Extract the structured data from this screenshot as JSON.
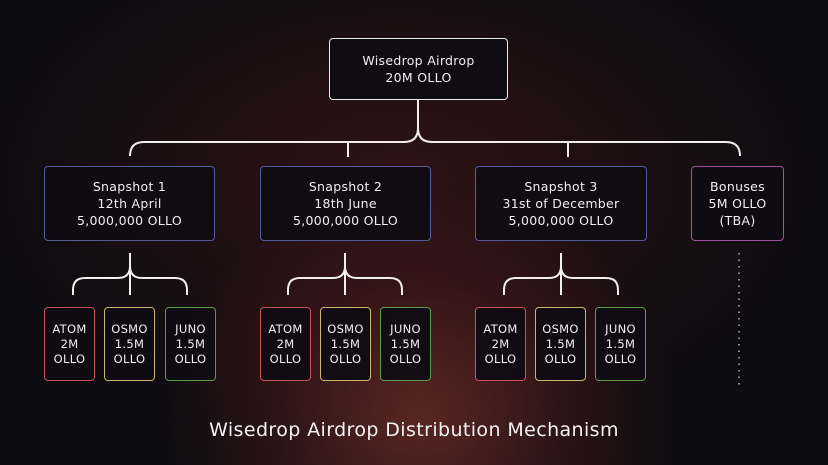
{
  "root": {
    "title": "Wisedrop Airdrop",
    "amount": "20M OLLO"
  },
  "snapshots": [
    {
      "title": "Snapshot 1",
      "date": "12th April",
      "amount": "5,000,000 OLLO",
      "tokens": [
        {
          "name": "ATOM",
          "amount": "2M",
          "unit": "OLLO"
        },
        {
          "name": "OSMO",
          "amount": "1.5M",
          "unit": "OLLO"
        },
        {
          "name": "JUNO",
          "amount": "1.5M",
          "unit": "OLLO"
        }
      ]
    },
    {
      "title": "Snapshot 2",
      "date": "18th June",
      "amount": "5,000,000 OLLO",
      "tokens": [
        {
          "name": "ATOM",
          "amount": "2M",
          "unit": "OLLO"
        },
        {
          "name": "OSMO",
          "amount": "1.5M",
          "unit": "OLLO"
        },
        {
          "name": "JUNO",
          "amount": "1.5M",
          "unit": "OLLO"
        }
      ]
    },
    {
      "title": "Snapshot 3",
      "date": "31st of December",
      "amount": "5,000,000 OLLO",
      "tokens": [
        {
          "name": "ATOM",
          "amount": "2M",
          "unit": "OLLO"
        },
        {
          "name": "OSMO",
          "amount": "1.5M",
          "unit": "OLLO"
        },
        {
          "name": "JUNO",
          "amount": "1.5M",
          "unit": "OLLO"
        }
      ]
    }
  ],
  "bonuses": {
    "title": "Bonuses",
    "amount": "5M OLLO",
    "note": "(TBA)"
  },
  "caption": "Wisedrop Airdrop Distribution Mechanism",
  "colors": {
    "atom": "#c8525c",
    "osmo": "#c9b56b",
    "juno": "#5b9a4d",
    "snapshot": "#555a9e",
    "bonus": "#a4509f"
  }
}
